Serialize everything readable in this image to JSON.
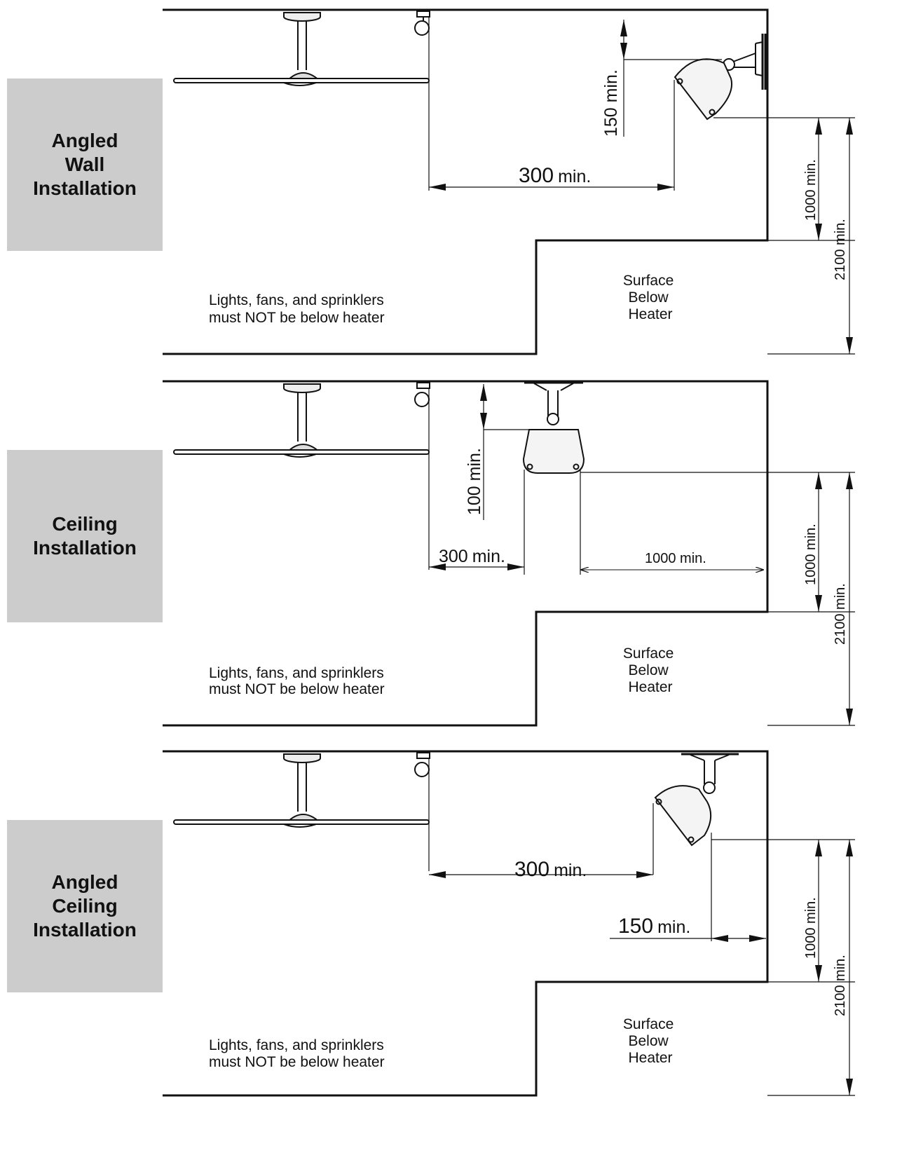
{
  "panels": [
    {
      "title_lines": [
        "Angled",
        "Wall",
        "Installation"
      ],
      "surface_label": [
        "Surface",
        "Below",
        "Heater"
      ],
      "notice": [
        "Lights, fans, and sprinklers",
        "must NOT be below heater"
      ],
      "dims": {
        "top_clearance": "150 min.",
        "side_clearance_num": "300",
        "side_clearance_unit": "min.",
        "surface_height": "1000 min.",
        "floor_height": "2100 min."
      }
    },
    {
      "title_lines": [
        "Ceiling",
        "Installation"
      ],
      "surface_label": [
        "Surface",
        "Below",
        "Heater"
      ],
      "notice": [
        "Lights, fans, and sprinklers",
        "must NOT be below heater"
      ],
      "dims": {
        "top_clearance": "100 min.",
        "side_clearance_num": "300",
        "side_clearance_unit": "min.",
        "wall_clearance": "1000 min.",
        "surface_height": "1000 min.",
        "floor_height": "2100 min."
      }
    },
    {
      "title_lines": [
        "Angled",
        "Ceiling",
        "Installation"
      ],
      "surface_label": [
        "Surface",
        "Below",
        "Heater"
      ],
      "notice": [
        "Lights, fans, and sprinklers",
        "must NOT be below heater"
      ],
      "dims": {
        "side_clearance_num": "300",
        "side_clearance_unit": "min.",
        "wall_clearance_num": "150",
        "wall_clearance_unit": "min.",
        "surface_height": "1000 min.",
        "floor_height": "2100 min."
      }
    }
  ],
  "colors": {
    "tag_bg": "#cccccc",
    "line": "#111111",
    "heater_fill": "#f4f4f4"
  }
}
